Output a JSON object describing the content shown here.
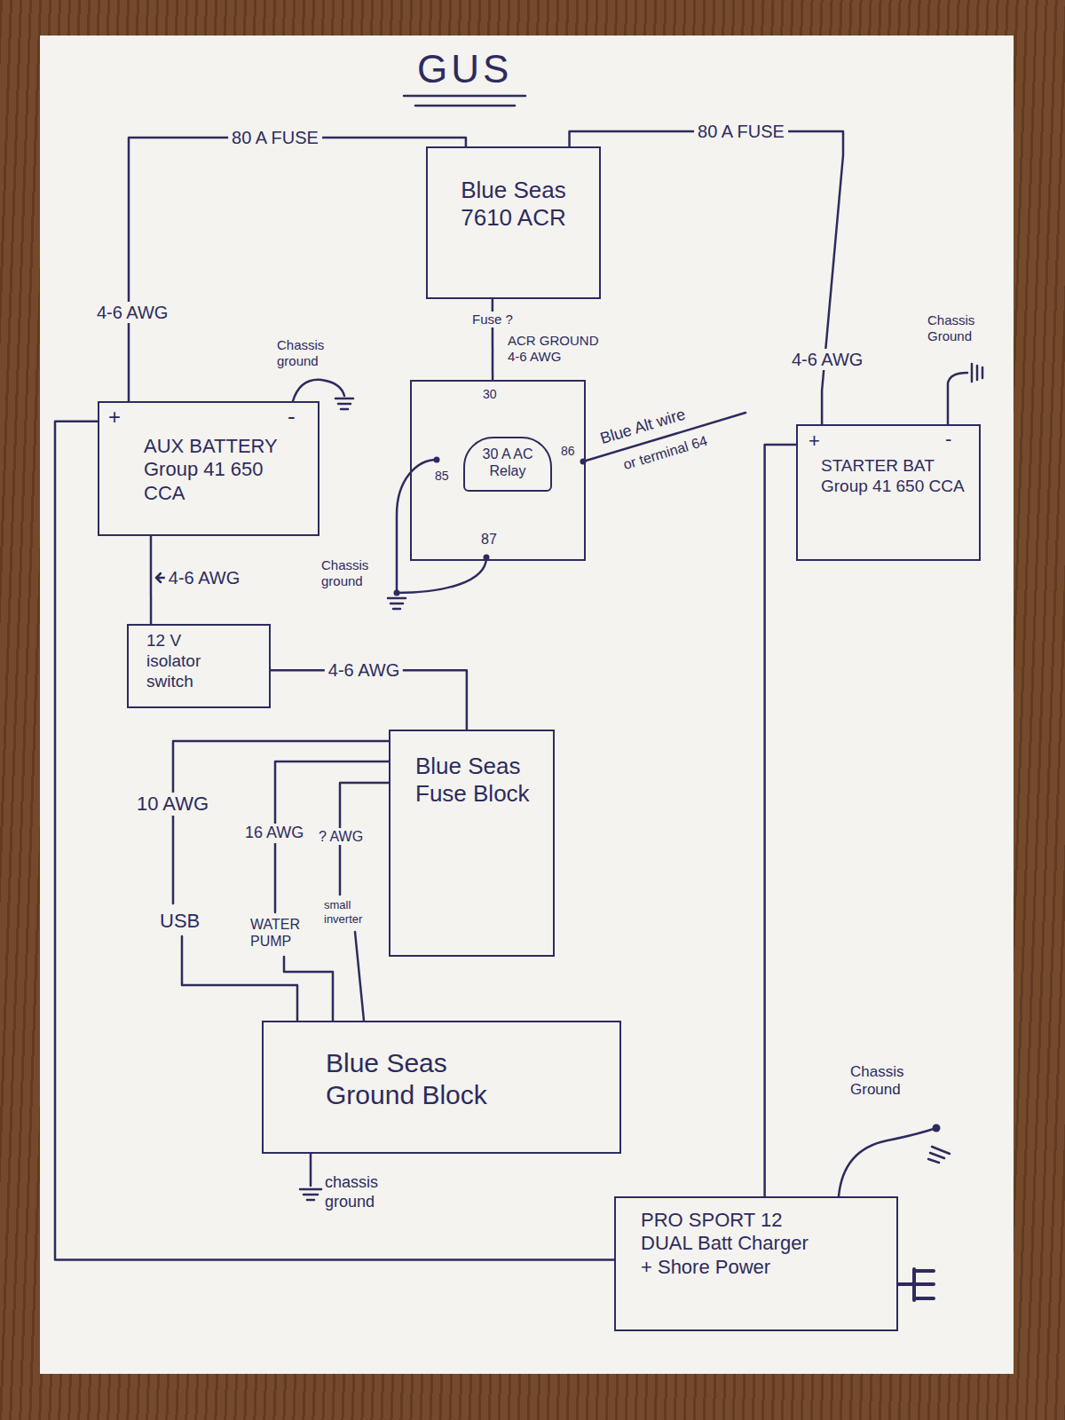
{
  "diagram": {
    "title": "GUS",
    "nodes": [
      {
        "text": [
          "Blue Seas 7610 ACR"
        ]
      },
      {
        "text": [
          "30",
          "85",
          "86",
          "87"
        ]
      },
      {
        "text": [
          "30 A AC Relay"
        ],
        "in": 1
      },
      {
        "text": [
          "+",
          "-",
          "AUX BATTERY Group 41 650 CCA"
        ]
      },
      {
        "text": [
          "+",
          "-",
          "STARTER BAT Group 41 650 CCA"
        ]
      },
      {
        "text": [
          "12 V isolator switch"
        ]
      },
      {
        "text": [
          "Blue Seas Fuse Block"
        ]
      },
      {
        "text": [
          "Blue Seas Ground Block"
        ]
      },
      {
        "text": [
          "PRO SPORT 12 DUAL Batt Charger + Shore Power"
        ]
      }
    ],
    "edges": [
      {
        "from": 3,
        "to": 0,
        "label": "80 A FUSE",
        "arrow": "none"
      },
      {
        "from": 0,
        "to": 4,
        "label": "80 A FUSE",
        "arrow": "none"
      },
      {
        "from": 0,
        "to": 1,
        "label": "Fuse ?",
        "arrow": "none"
      },
      {
        "from": 3,
        "to": 5,
        "label": "4-6 AWG",
        "arrow": "none"
      },
      {
        "from": 5,
        "to": 6,
        "label": "4-6 AWG",
        "arrow": "none"
      },
      {
        "from": 3,
        "to": 8,
        "arrow": "none"
      },
      {
        "from": 4,
        "to": 8,
        "arrow": "none"
      }
    ],
    "labels": [
      "4-6 AWG",
      "Chassis ground",
      "ACR GROUND 4-6 AWG",
      "4-6 AWG",
      "Chassis Ground",
      "Blue Alt wire",
      "or terminal 64",
      "Chassis ground",
      "10 AWG",
      "16 AWG",
      "? AWG",
      "USB",
      "WATER PUMP",
      "small inverter",
      "chassis ground",
      "Chassis Ground"
    ]
  }
}
